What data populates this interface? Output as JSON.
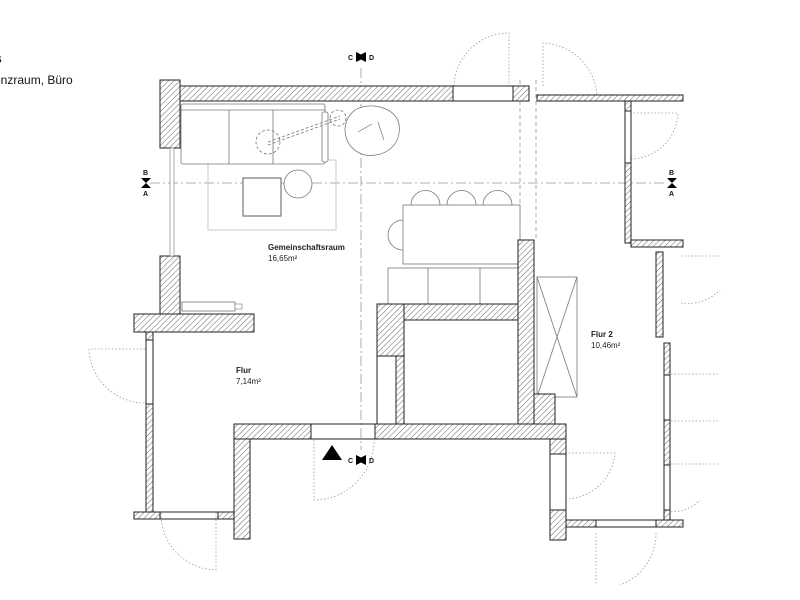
{
  "title_block": {
    "heading": "s",
    "subheading": "enzraum, Büro"
  },
  "rooms": [
    {
      "name": "Gemeinschaftsraum",
      "area": "16,65m²"
    },
    {
      "name": "Flur",
      "area": "7,14m²"
    },
    {
      "name": "Flur 2",
      "area": "10,46m²"
    }
  ],
  "section_markers": {
    "top_cd": {
      "left": "C",
      "right": "D"
    },
    "bottom_cd": {
      "left": "C",
      "right": "D"
    },
    "left_ab": {
      "top": "B",
      "bottom": "A"
    },
    "right_ab": {
      "top": "B",
      "bottom": "A"
    }
  },
  "icons": {
    "north_arrow": "black-triangle",
    "section_cut": "bowtie-arrows"
  },
  "colors": {
    "wall_outline": "#222222",
    "hatch": "#555555",
    "furniture": "#777777",
    "door_swing": "#9a9a9a",
    "axis_line": "#888888"
  }
}
